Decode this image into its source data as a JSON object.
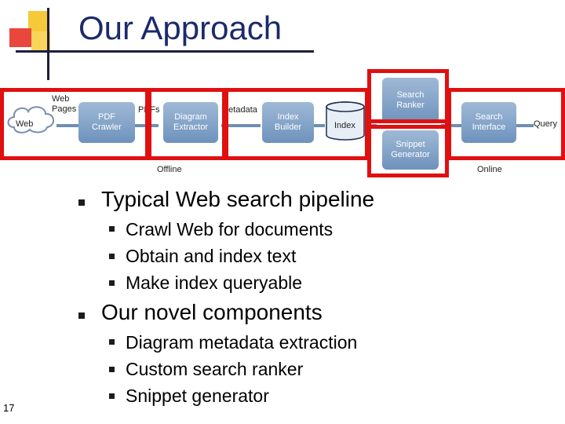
{
  "slide": {
    "title": "Our Approach",
    "page_number": "17"
  },
  "diagram": {
    "labels": {
      "web": "Web",
      "web_pages": "Web Pages",
      "pdfs": "PDFs",
      "metadata": "Metadata",
      "query": "Query",
      "offline": "Offline",
      "online": "Online"
    },
    "stages": {
      "pdf_crawler": "PDF Crawler",
      "diagram_extractor": "Diagram Extractor",
      "index_builder": "Index Builder",
      "index": "Index",
      "search_ranker": "Search Ranker",
      "snippet_generator": "Snippet Generator",
      "search_interface": "Search Interface"
    },
    "colors": {
      "highlight": "#e01010",
      "stage_fill": "#7f9fc6"
    }
  },
  "bullets": [
    {
      "text": "Typical Web search pipeline",
      "sub": [
        "Crawl Web for documents",
        "Obtain and index text",
        "Make index queryable"
      ]
    },
    {
      "text": "Our novel components",
      "sub": [
        "Diagram metadata extraction",
        "Custom search ranker",
        "Snippet generator"
      ]
    }
  ]
}
